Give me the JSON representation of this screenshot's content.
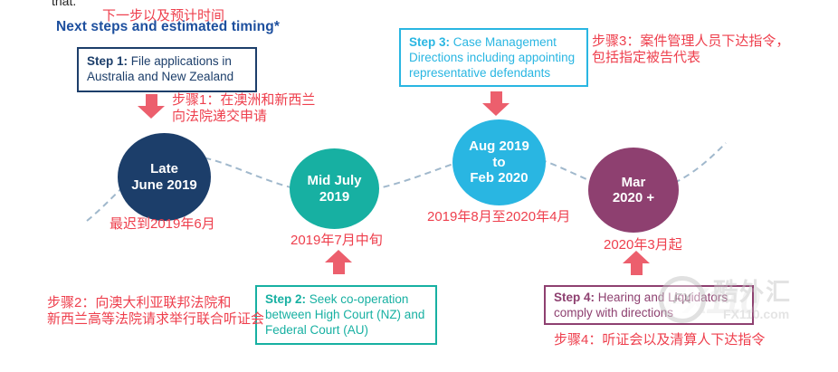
{
  "header": {
    "fragment_top": "that.",
    "title_zh": "下一步以及预计时间",
    "title_en": "Next steps and estimated timing*"
  },
  "colors": {
    "navy": "#1c3e6a",
    "title_blue": "#1d4f9e",
    "teal": "#17b0a2",
    "cyan": "#29b6e2",
    "purple": "#8e4070",
    "red_text": "#ee3f4d",
    "arrow_red": "#ec5f6d",
    "dashed_line": "#a0b8cc"
  },
  "steps": [
    {
      "label": "Step 1:",
      "text": "File applications in Australia and New Zealand",
      "annotation_zh_1": "步骤1：在澳洲和新西兰",
      "annotation_zh_2": "向法院递交申请"
    },
    {
      "label": "Step 2:",
      "text": "Seek co-operation between High Court (NZ) and Federal Court (AU)",
      "annotation_zh_1": "步骤2：向澳大利亚联邦法院和",
      "annotation_zh_2": "新西兰高等法院请求举行联合听证会"
    },
    {
      "label": "Step 3:",
      "text": "Case Management Directions including appointing representative defendants",
      "annotation_zh_1": "步骤3：案件管理人员下达指令，",
      "annotation_zh_2": "包括指定被告代表"
    },
    {
      "label": "Step 4:",
      "text": "Hearing and Liquidators comply with directions",
      "annotation_zh_1": "步骤4：听证会以及清算人下达指令",
      "annotation_zh_2": ""
    }
  ],
  "timeline": {
    "milestones": [
      {
        "line1": "Late",
        "line2": "June 2019",
        "line3": "",
        "date_zh": "最迟到2019年6月"
      },
      {
        "line1": "Mid July",
        "line2": "2019",
        "line3": "",
        "date_zh": "2019年7月中旬"
      },
      {
        "line1": "Aug 2019",
        "line2": "to",
        "line3": "Feb 2020",
        "date_zh": "2019年8月至2020年4月"
      },
      {
        "line1": "Mar",
        "line2": "2020 +",
        "line3": "",
        "date_zh": "2020年3月起"
      }
    ]
  },
  "watermark": {
    "logo_text": "FX",
    "big_text": "FX110",
    "name_zh": "酷外汇",
    "site": "FX110.com"
  }
}
